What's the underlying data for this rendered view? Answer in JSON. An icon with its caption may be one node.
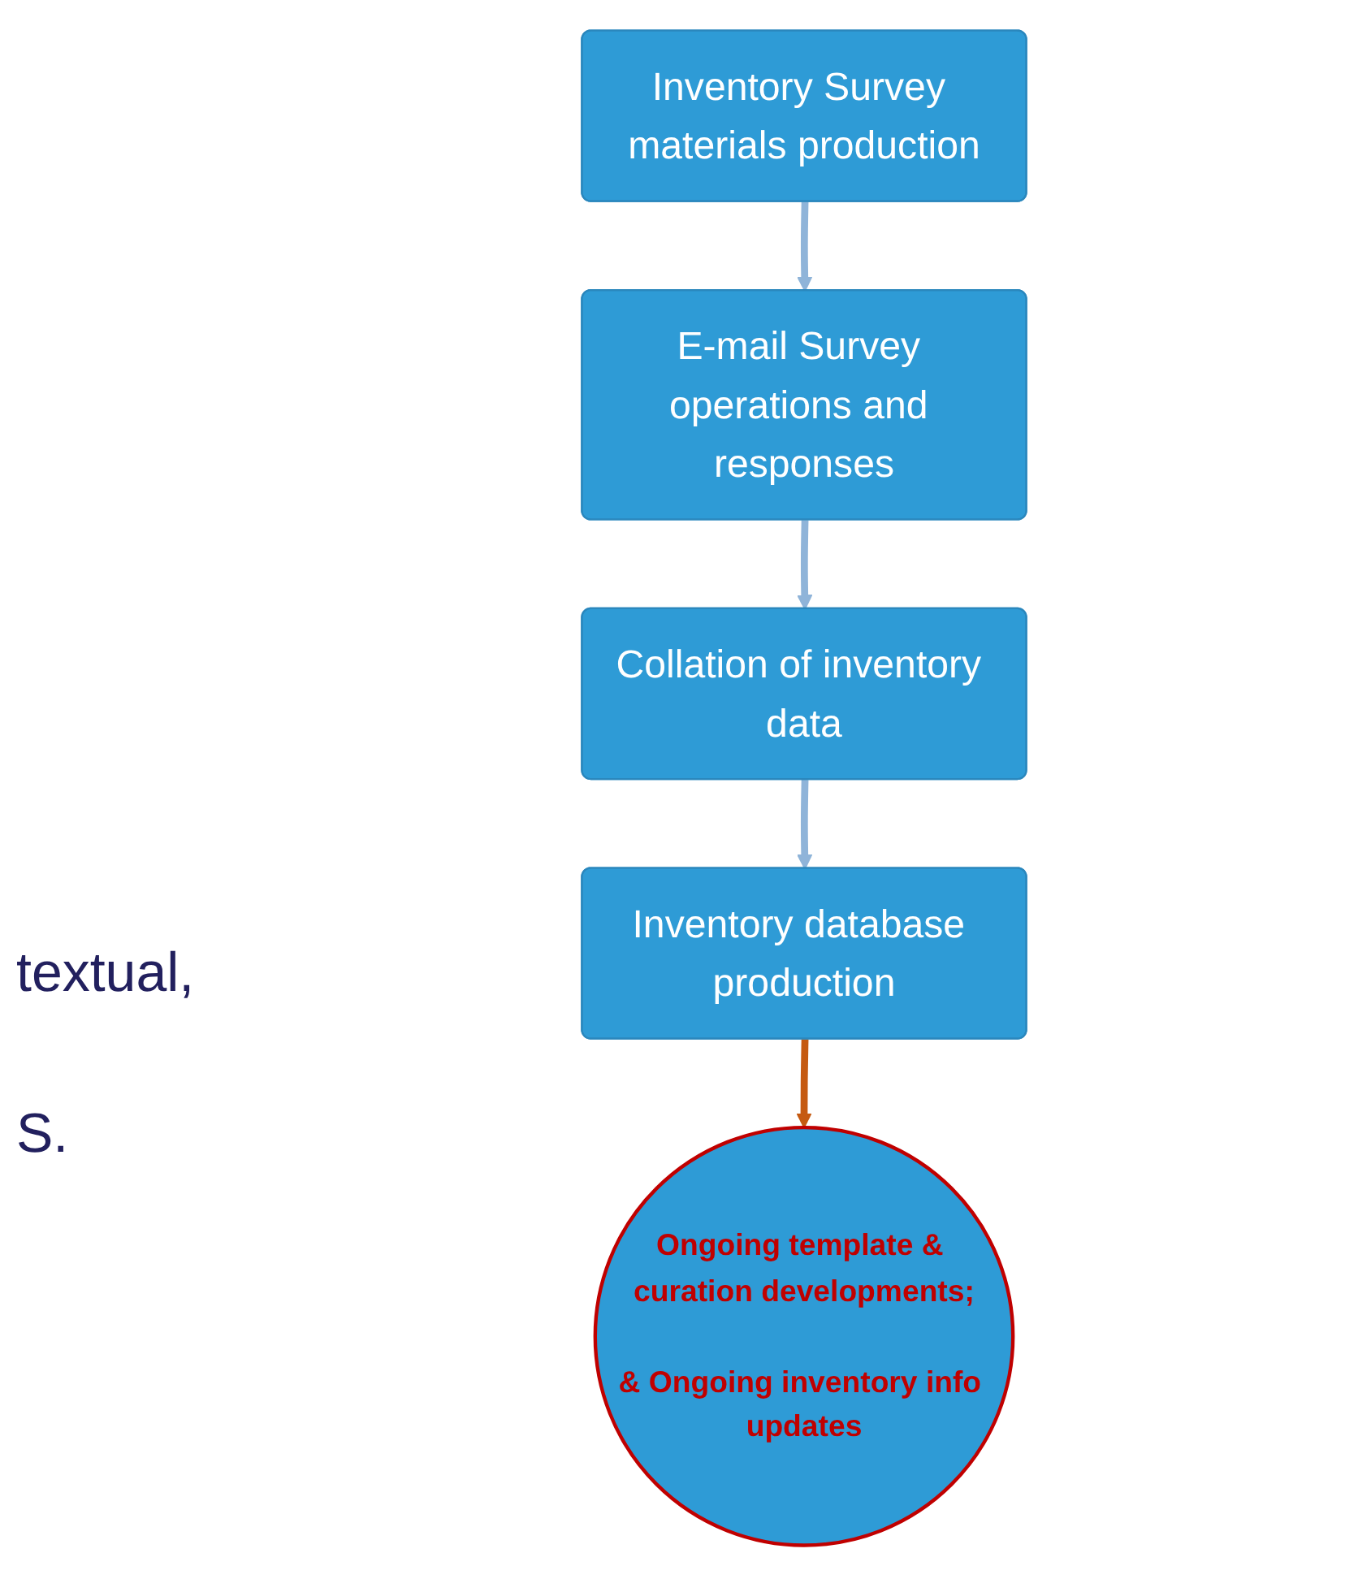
{
  "diagram": {
    "nodes": [
      {
        "text": [
          "Inventory Survey materials production"
        ]
      },
      {
        "text": [
          "E-mail Survey operations and responses"
        ]
      },
      {
        "text": [
          "Inventory database production"
        ]
      },
      {
        "text": [
          "Collation of inventory data"
        ]
      },
      {
        "text": [
          "Ongoing template & curation developments;",
          "& Ongoing inventory info updates"
        ]
      }
    ],
    "edges": [
      {
        "from": 0,
        "to": 1,
        "arrow": "to"
      },
      {
        "from": 1,
        "to": 3,
        "arrow": "to"
      },
      {
        "from": 3,
        "to": 2,
        "arrow": "to"
      },
      {
        "from": 2,
        "to": 4,
        "arrow": "to",
        "color": "#c55a11"
      }
    ],
    "labels": [
      "textual,",
      "S."
    ]
  }
}
